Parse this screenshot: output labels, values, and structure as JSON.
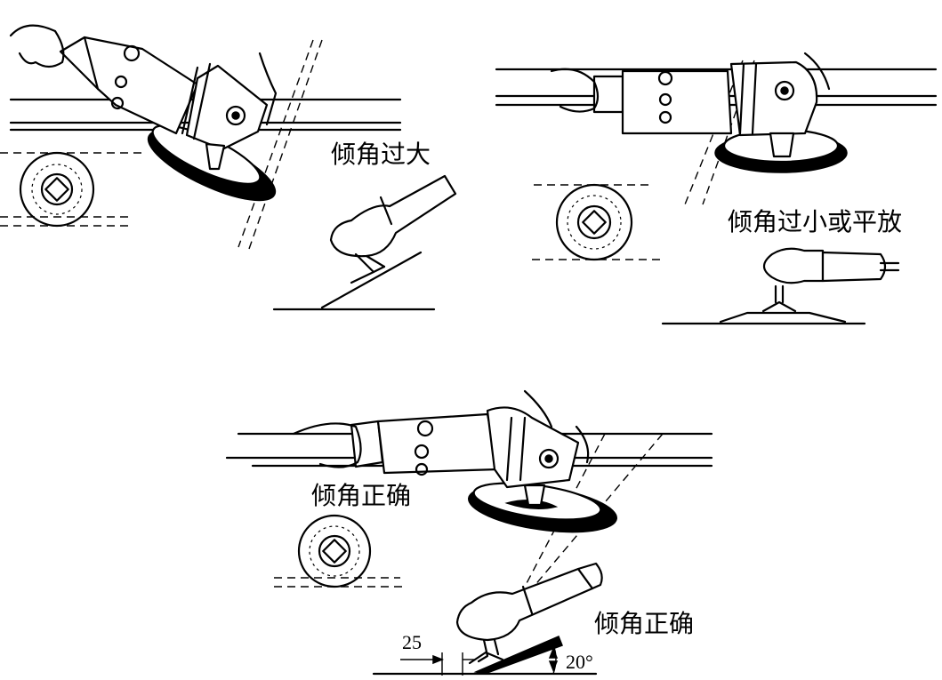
{
  "labels": {
    "too_large": "倾角过大",
    "too_small": "倾角过小或平放",
    "correct_top": "倾角正确",
    "correct_bottom": "倾角正确"
  },
  "dimensions": {
    "gap": "25",
    "angle": "20°"
  },
  "colors": {
    "line": "#000000",
    "background": "#ffffff"
  }
}
